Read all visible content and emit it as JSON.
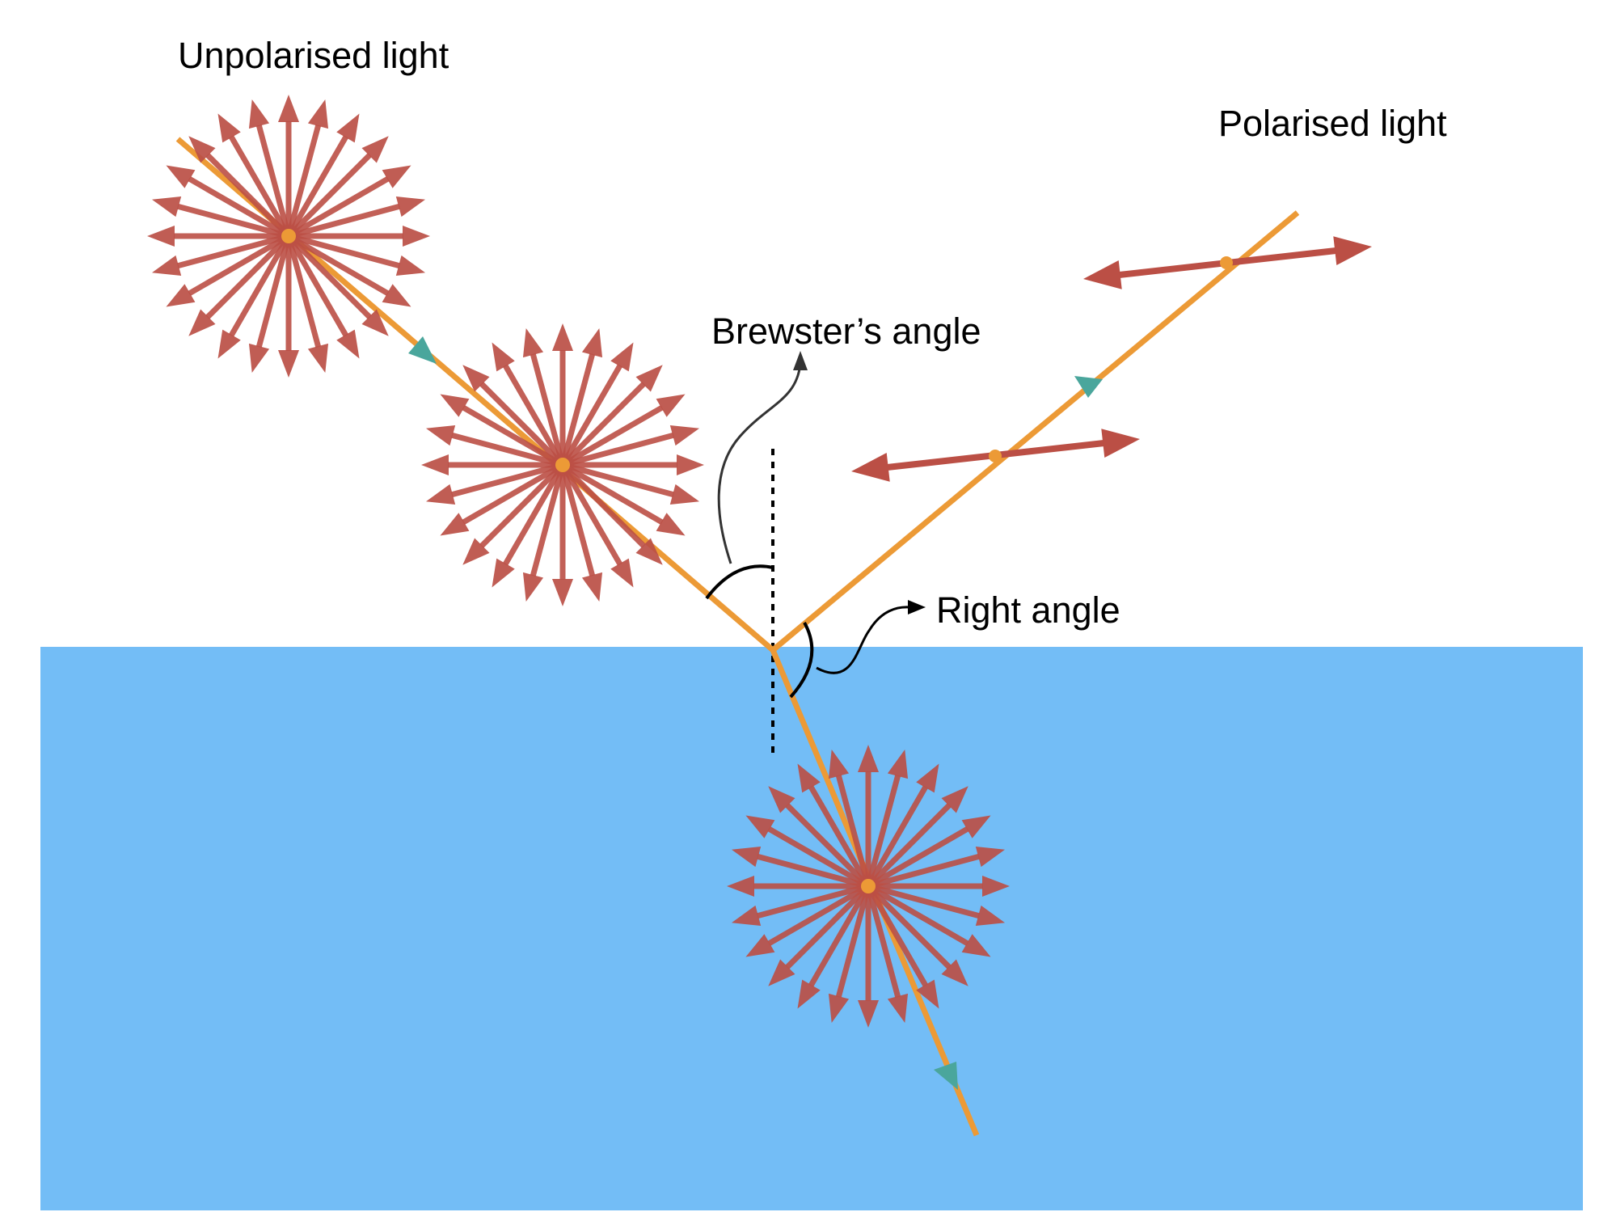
{
  "labels": {
    "unpolarised": "Unpolarised light",
    "polarised": "Polarised light",
    "brewster": "Brewster’s angle",
    "right_angle": "Right angle"
  },
  "colors": {
    "medium": "#73bdf6",
    "ray": "#ec9a36",
    "vector": "#bb4f45",
    "vector_core": "#bb2a1a",
    "direction_marker": "#4aa69c",
    "annotation": "#000000",
    "background": "#ffffff"
  },
  "elements": {
    "rays": [
      "incident-ray",
      "reflected-ray",
      "refracted-ray"
    ],
    "unpolarised_bursts": [
      "incident-burst-outer",
      "incident-burst-inner",
      "refracted-burst"
    ],
    "polarised_arrows": [
      "polarised-arrow-upper",
      "polarised-arrow-lower"
    ],
    "direction_markers": "triangle-arrowheads",
    "normal": "dashed-normal-line"
  }
}
